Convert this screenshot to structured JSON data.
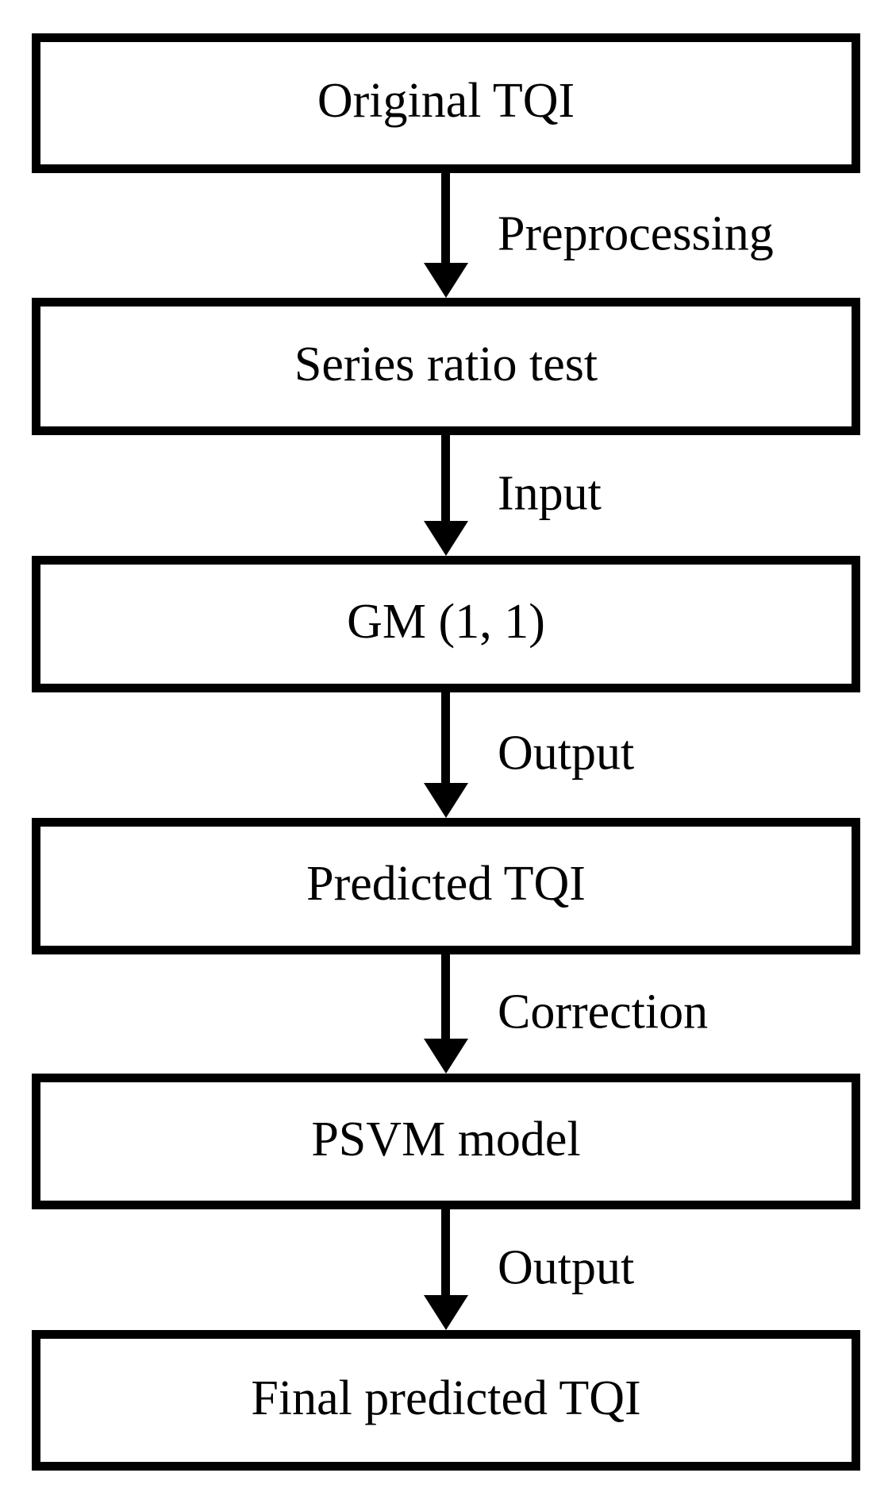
{
  "diagram": {
    "type": "flowchart",
    "background_color": "#ffffff",
    "line_color": "#000000",
    "text_color": "#000000",
    "nodes": [
      {
        "id": "original-tqi",
        "label": "Original TQI"
      },
      {
        "id": "series-ratio-test",
        "label": "Series ratio test"
      },
      {
        "id": "gm-1-1",
        "label": "GM (1, 1)"
      },
      {
        "id": "predicted-tqi",
        "label": "Predicted TQI"
      },
      {
        "id": "psvm-model",
        "label": "PSVM model"
      },
      {
        "id": "final-predicted-tqi",
        "label": "Final predicted TQI"
      }
    ],
    "edges": [
      {
        "from": "original-tqi",
        "to": "series-ratio-test",
        "label": "Preprocessing"
      },
      {
        "from": "series-ratio-test",
        "to": "gm-1-1",
        "label": "Input"
      },
      {
        "from": "gm-1-1",
        "to": "predicted-tqi",
        "label": "Output"
      },
      {
        "from": "predicted-tqi",
        "to": "psvm-model",
        "label": "Correction"
      },
      {
        "from": "psvm-model",
        "to": "final-predicted-tqi",
        "label": "Output"
      }
    ]
  }
}
